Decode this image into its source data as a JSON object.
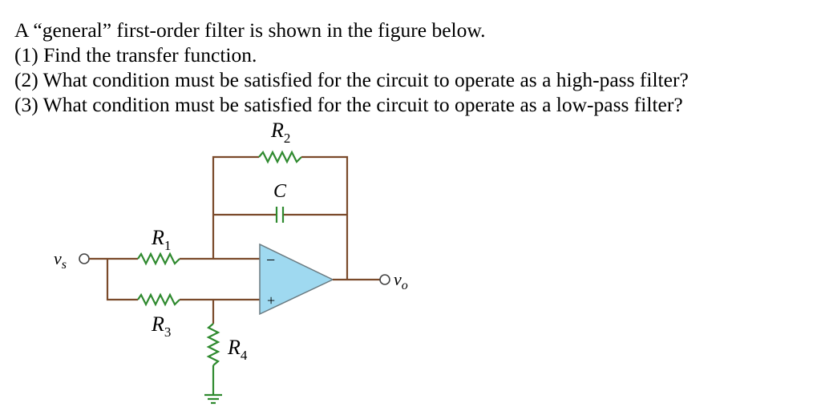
{
  "question": {
    "intro": "A “general” first-order filter is shown in the figure below.",
    "q1": "(1) Find the transfer function.",
    "q2": "(2) What condition must be satisfied for the circuit to operate as a high-pass filter?",
    "q3": "(3) What condition must be satisfied for the circuit to operate as a low-pass filter?"
  },
  "circuit": {
    "r2": {
      "main": "R",
      "sub": "2"
    },
    "c": "C",
    "r1": {
      "main": "R",
      "sub": "1"
    },
    "r3": {
      "main": "R",
      "sub": "3"
    },
    "r4": {
      "main": "R",
      "sub": "4"
    },
    "vs": {
      "main": "v",
      "sub": "s"
    },
    "vo": {
      "main": "v",
      "sub": "o"
    },
    "opamp_minus": "−",
    "opamp_plus": "+"
  },
  "colors": {
    "wire": "#7a4a2a",
    "component": "#2f8a2f",
    "opamp_fill": "#9fd9f0"
  }
}
